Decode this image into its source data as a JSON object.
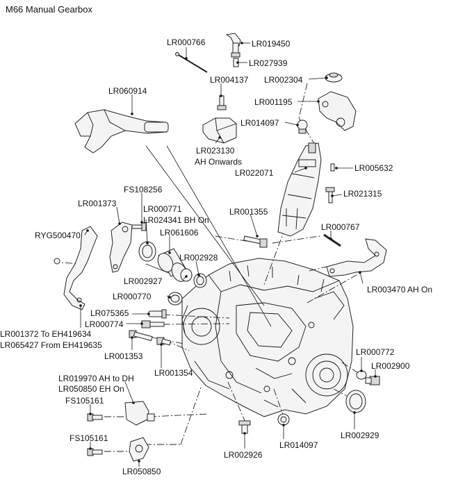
{
  "title": "M66 Manual Gearbox",
  "labels": [
    {
      "id": "LR000766",
      "text": "LR000766"
    },
    {
      "id": "LR019450",
      "text": "LR019450"
    },
    {
      "id": "LR027939",
      "text": "LR027939"
    },
    {
      "id": "LR004137",
      "text": "LR004137"
    },
    {
      "id": "LR002304",
      "text": "LR002304"
    },
    {
      "id": "LR060914",
      "text": "LR060914"
    },
    {
      "id": "LR001195",
      "text": "LR001195"
    },
    {
      "id": "LR014097a",
      "text": "LR014097"
    },
    {
      "id": "LR023130",
      "text": "LR023130"
    },
    {
      "id": "AHOnwards",
      "text": "AH Onwards"
    },
    {
      "id": "LR022071",
      "text": "LR022071"
    },
    {
      "id": "LR005632",
      "text": "LR005632"
    },
    {
      "id": "LR021315",
      "text": "LR021315"
    },
    {
      "id": "FS108256",
      "text": "FS108256"
    },
    {
      "id": "LR001373",
      "text": "LR001373"
    },
    {
      "id": "LR000771",
      "text": "LR000771"
    },
    {
      "id": "LR024341",
      "text": "LR024341 BH On"
    },
    {
      "id": "LR001355",
      "text": "LR001355"
    },
    {
      "id": "LR061606",
      "text": "LR061606"
    },
    {
      "id": "RYG500470",
      "text": "RYG500470"
    },
    {
      "id": "LR000767",
      "text": "LR000767"
    },
    {
      "id": "LR002928",
      "text": "LR002928"
    },
    {
      "id": "LR002927",
      "text": "LR002927"
    },
    {
      "id": "LR003470",
      "text": "LR003470 AH On"
    },
    {
      "id": "LR000770",
      "text": "LR000770"
    },
    {
      "id": "LR075365",
      "text": "LR075365"
    },
    {
      "id": "LR000774",
      "text": "LR000774"
    },
    {
      "id": "LR001372",
      "text": "LR001372 To EH419634"
    },
    {
      "id": "LR065427",
      "text": "LR065427 From EH419635"
    },
    {
      "id": "LR001353",
      "text": "LR001353"
    },
    {
      "id": "LR000772",
      "text": "LR000772"
    },
    {
      "id": "LR002900",
      "text": "LR002900"
    },
    {
      "id": "LR001354",
      "text": "LR001354"
    },
    {
      "id": "LR019970",
      "text": "LR019970 AH to DH"
    },
    {
      "id": "LR050850a",
      "text": "LR050850 EH On"
    },
    {
      "id": "FS105161a",
      "text": "FS105161"
    },
    {
      "id": "LR002929",
      "text": "LR002929"
    },
    {
      "id": "LR002926",
      "text": "LR002926"
    },
    {
      "id": "LR014097b",
      "text": "LR014097"
    },
    {
      "id": "FS105161b",
      "text": "FS105161"
    },
    {
      "id": "LR050850b",
      "text": "LR050850"
    }
  ]
}
